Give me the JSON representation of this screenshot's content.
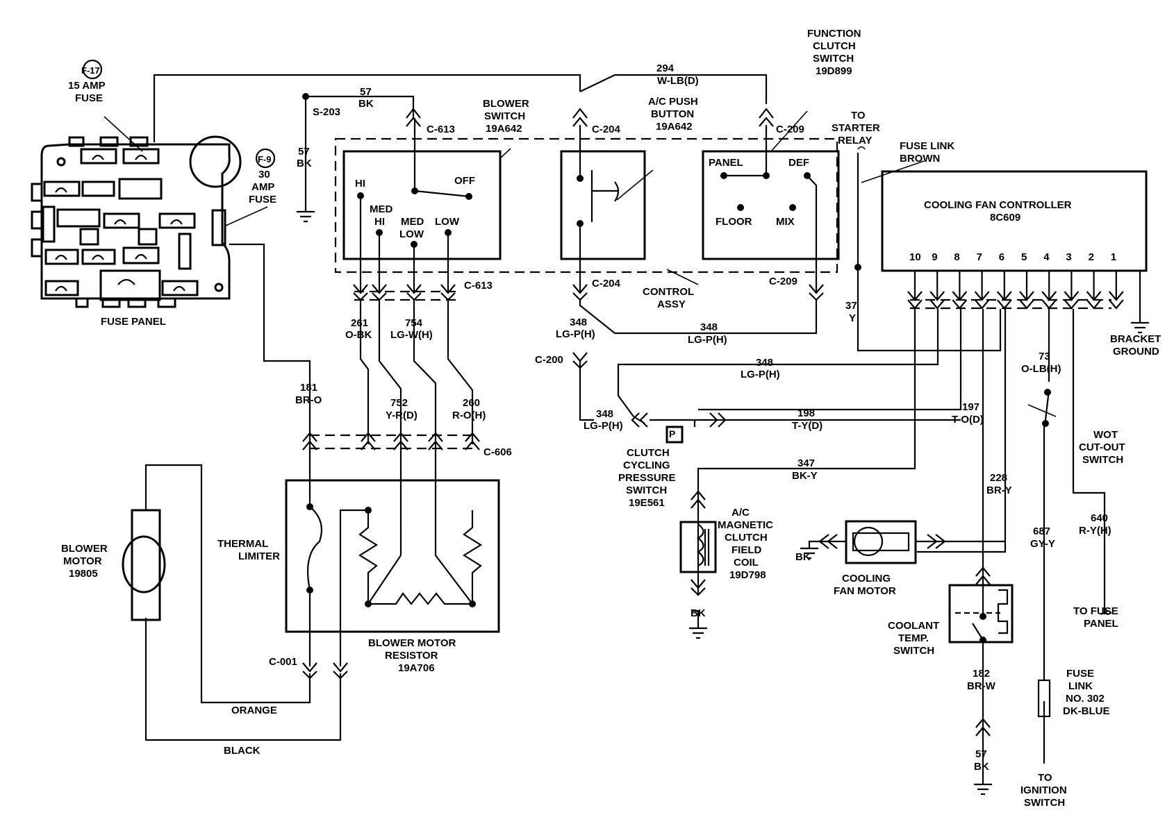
{
  "diagram": {
    "components": {
      "fuse_panel": "FUSE PANEL",
      "fuse_f17": {
        "id": "F-17",
        "rating": "15 AMP",
        "type": "FUSE"
      },
      "fuse_f9": {
        "id": "F-9",
        "rating": "30",
        "unit": "AMP",
        "type": "FUSE"
      },
      "blower_switch": {
        "name": "BLOWER",
        "name2": "SWITCH",
        "part": "19A642",
        "positions": {
          "hi": "HI",
          "med_hi_1": "MED",
          "med_hi_2": "HI",
          "med_low_1": "MED",
          "med_low_2": "LOW",
          "low": "LOW",
          "off": "OFF"
        }
      },
      "ac_push_button": {
        "name": "A/C PUSH",
        "name2": "BUTTON",
        "part": "19A642"
      },
      "function_clutch_switch": {
        "name": "FUNCTION",
        "name2": "CLUTCH",
        "name3": "SWITCH",
        "part": "19D899",
        "positions": {
          "panel": "PANEL",
          "def": "DEF",
          "floor": "FLOOR",
          "mix": "MIX"
        }
      },
      "control_assy": {
        "name": "CONTROL",
        "name2": "ASSY"
      },
      "starter_relay": {
        "line1": "TO",
        "line2": "STARTER",
        "line3": "RELAY"
      },
      "fuse_link_brown": {
        "line1": "FUSE LINK",
        "line2": "BROWN"
      },
      "cooling_fan_controller": {
        "name": "COOLING FAN CONTROLLER",
        "part": "8C609",
        "pins": [
          "10",
          "9",
          "8",
          "7",
          "6",
          "5",
          "4",
          "3",
          "2",
          "1"
        ]
      },
      "bracket_ground": {
        "line1": "BRACKET",
        "line2": "GROUND"
      },
      "blower_motor": {
        "line1": "BLOWER",
        "line2": "MOTOR",
        "part": "19805"
      },
      "thermal_limiter": {
        "line1": "THERMAL",
        "line2": "LIMITER"
      },
      "blower_motor_resistor": {
        "line1": "BLOWER MOTOR",
        "line2": "RESISTOR",
        "part": "19A706"
      },
      "clutch_cycling_pressure_switch": {
        "line1": "CLUTCH",
        "line2": "CYCLING",
        "line3": "PRESSURE",
        "line4": "SWITCH",
        "part": "19E561",
        "symbol": "P"
      },
      "ac_magnetic_clutch": {
        "line1": "A/C",
        "line2": "MAGNETIC",
        "line3": "CLUTCH",
        "line4": "FIELD",
        "line5": "COIL",
        "part": "19D798"
      },
      "cooling_fan_motor": {
        "line1": "COOLING",
        "line2": "FAN MOTOR"
      },
      "coolant_temp_switch": {
        "line1": "COOLANT",
        "line2": "TEMP.",
        "line3": "SWITCH"
      },
      "wot_cutout_switch": {
        "line1": "WOT",
        "line2": "CUT-OUT",
        "line3": "SWITCH"
      },
      "to_fuse_panel": {
        "line1": "TO FUSE",
        "line2": "PANEL"
      },
      "fuse_link_302": {
        "line1": "FUSE",
        "line2": "LINK",
        "line3": "NO. 302",
        "line4": "DK-BLUE"
      },
      "to_ignition_switch": {
        "line1": "TO",
        "line2": "IGNITION",
        "line3": "SWITCH"
      }
    },
    "connectors": {
      "s203": "S-203",
      "c613_top": "C-613",
      "c613_bot": "C-613",
      "c204_top": "C-204",
      "c204_bot": "C-204",
      "c209_top": "C-209",
      "c209_bot": "C-209",
      "c200": "C-200",
      "c606": "C-606",
      "c001": "C-001"
    },
    "wires": {
      "w57_top": {
        "num": "57",
        "color": "BK"
      },
      "w57_left": {
        "num": "57",
        "color": "BK"
      },
      "w294": {
        "num": "294",
        "color": "W-LB(D)"
      },
      "w261": {
        "num": "261",
        "color": "O-BK"
      },
      "w754": {
        "num": "754",
        "color": "LG-W(H)"
      },
      "w181": {
        "num": "181",
        "color": "BR-O"
      },
      "w752": {
        "num": "752",
        "color": "Y-R(D)"
      },
      "w260": {
        "num": "260",
        "color": "R-O(H)"
      },
      "w348_a": {
        "num": "348",
        "color": "LG-P(H)"
      },
      "w348_b": {
        "num": "348",
        "color": "LG-P(H)"
      },
      "w348_c": {
        "num": "348",
        "color": "LG-P(H)"
      },
      "w348_d": {
        "num": "348",
        "color": "LG-P(H)"
      },
      "w37": {
        "num": "37",
        "color": "Y"
      },
      "w198": {
        "num": "198",
        "color": "T-Y(D)"
      },
      "w197": {
        "num": "197",
        "color": "T-O(D)"
      },
      "w347": {
        "num": "347",
        "color": "BK-Y"
      },
      "w228": {
        "num": "228",
        "color": "BR-Y"
      },
      "w73": {
        "num": "73",
        "color": "O-LB(H)"
      },
      "w687": {
        "num": "687",
        "color": "GY-Y"
      },
      "w640": {
        "num": "640",
        "color": "R-Y(H)"
      },
      "w182": {
        "num": "182",
        "color": "BR-W"
      },
      "w57_bottom": {
        "num": "57",
        "color": "BK"
      },
      "orange": "ORANGE",
      "black": "BLACK",
      "bk_coil": "BK",
      "bk_fan": "BK"
    }
  }
}
